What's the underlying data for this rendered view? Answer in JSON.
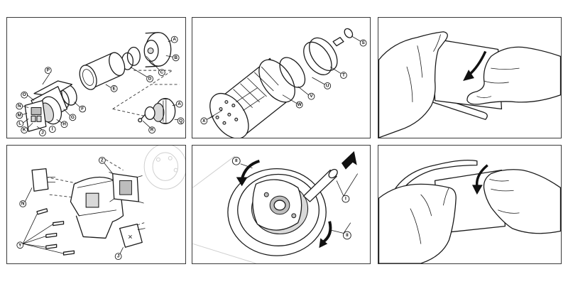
{
  "panels": [
    {
      "id": "exploded-view-body",
      "callouts": [
        "A",
        "B",
        "C",
        "D",
        "E",
        "F",
        "G",
        "H",
        "I",
        "J",
        "K",
        "L",
        "M",
        "N",
        "O",
        "P",
        "Q",
        "R",
        "A"
      ]
    },
    {
      "id": "exploded-view-battery",
      "callouts": [
        "S",
        "T",
        "U",
        "V",
        "W",
        "X"
      ]
    },
    {
      "id": "hands-twist-lower",
      "callouts": []
    },
    {
      "id": "exploded-view-bracket",
      "callouts": [
        "Z",
        "N",
        "Y",
        "J"
      ]
    },
    {
      "id": "closeup-release",
      "callouts": [
        "II",
        "I",
        "II"
      ]
    },
    {
      "id": "hands-twist-upper",
      "callouts": []
    }
  ]
}
